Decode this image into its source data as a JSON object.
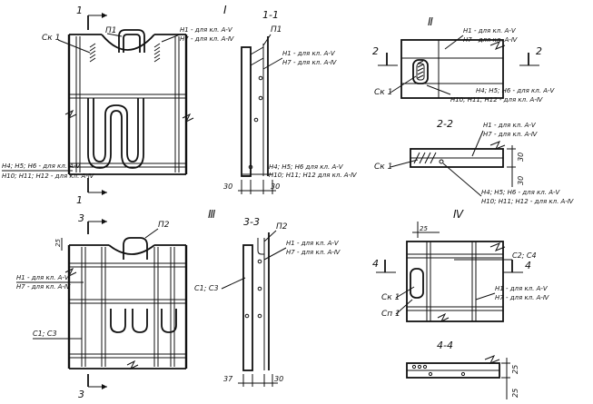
{
  "views": {
    "I": {
      "title": "I",
      "section_mark": "1",
      "labels": {
        "ck1": "Ск 1",
        "p1": "П1",
        "h1": "Н1 - для кл. А-Ⅴ",
        "h7": "Н7 - для кл. А-Ⅳ",
        "h4": "Н4; Н5; Н6 - для кл. А-Ⅴ",
        "h10": "Н10; Н11; Н12 - для кл. А-Ⅳ"
      }
    },
    "S11": {
      "title": "1-1",
      "labels": {
        "p1": "П1",
        "h1": "Н1 - для кл. А-Ⅴ",
        "h7": "Н7 - для кл. А-Ⅳ",
        "h4": "Н4; Н5; Н6 для кл. А-Ⅴ",
        "h10": "Н10; Н11; Н12 для кл. А-Ⅳ",
        "dim_30": "30",
        "dim_30b": "30"
      }
    },
    "II": {
      "title": "Ⅱ",
      "section_mark": "2",
      "labels": {
        "h1": "Н1 - для кл. А-Ⅴ",
        "h7": "Н7 - для кл. А-Ⅳ",
        "h4": "Н4; Н5; Н6 - для кл. А-Ⅴ",
        "h10": "Н10; Н11; Н12 - для кл. А-Ⅳ",
        "ck1": "Ск 1"
      }
    },
    "S22": {
      "title": "2-2",
      "labels": {
        "h1": "Н1 - для кл. А-Ⅴ",
        "h7": "Н7 - для кл. А-Ⅳ",
        "ck1": "Ск 1",
        "h4": "Н4; Н5; Н6 - для кл. А-Ⅴ",
        "h10": "Н10; Н11; Н12 - для кл. А-Ⅳ",
        "dim_30": "30",
        "dim_30b": "30"
      }
    },
    "III": {
      "title": "Ⅲ",
      "section_mark": "3",
      "labels": {
        "p2": "П2",
        "dim_25": "25",
        "h1": "Н1 - для кл. А-Ⅴ",
        "h7": "Н7 - для кл. А-Ⅳ",
        "c1c3": "С1; С3"
      }
    },
    "S33": {
      "title": "3-3",
      "labels": {
        "p2": "П2",
        "h1": "Н1 - для кл. А-Ⅴ",
        "h7": "Н7 - для кл. А-Ⅳ",
        "c1c3": "С1; С3",
        "dim_37": "37",
        "dim_30": "30"
      }
    },
    "IV": {
      "title": "Ⅳ",
      "section_mark": "4",
      "labels": {
        "dim_25": "25",
        "c2c4": "С2; С4",
        "h1": "Н1 - для кл. А-Ⅴ",
        "h7": "Н7 - для кл. А-Ⅳ",
        "ck1": "Ск 1",
        "cp1": "Сп 1"
      }
    },
    "S44": {
      "title": "4-4",
      "labels": {
        "dim_25": "25",
        "dim_25b": "25"
      }
    }
  }
}
